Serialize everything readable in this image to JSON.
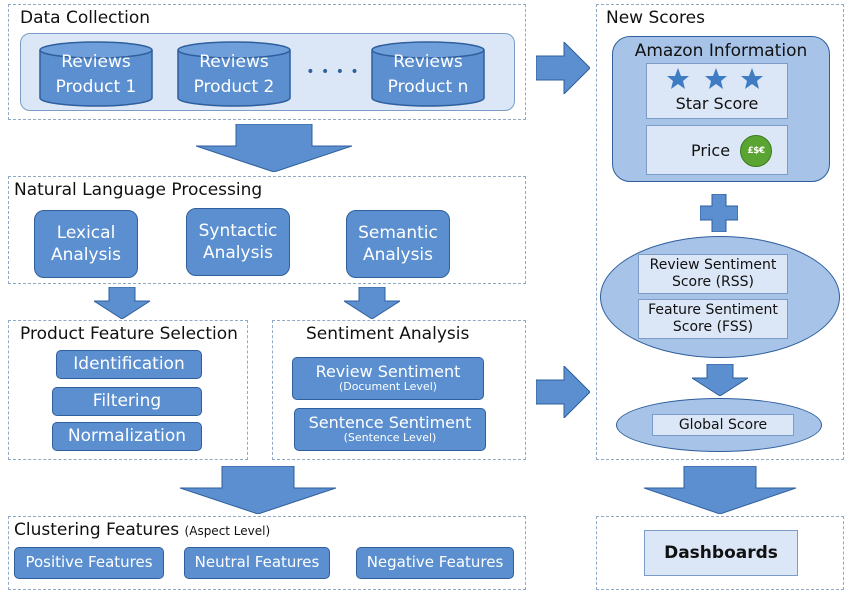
{
  "data_collection": {
    "title": "Data Collection",
    "product1": "Reviews\nProduct 1",
    "product2": "Reviews\nProduct 2",
    "ellipsis": "• • • •",
    "productn": "Reviews\nProduct n"
  },
  "nlp": {
    "title": "Natural Language Processing",
    "lexical": "Lexical\nAnalysis",
    "syntactic": "Syntactic\nAnalysis",
    "semantic": "Semantic\nAnalysis"
  },
  "product_feature_selection": {
    "title": "Product Feature Selection",
    "identification": "Identification",
    "filtering": "Filtering",
    "normalization": "Normalization"
  },
  "sentiment_analysis": {
    "title": "Sentiment Analysis",
    "review_sentiment": "Review Sentiment",
    "review_level": "(Document Level)",
    "sentence_sentiment": "Sentence Sentiment",
    "sentence_level": "(Sentence Level)"
  },
  "clustering": {
    "title": "Clustering Features",
    "title_small": "(Aspect Level)",
    "positive": "Positive Features",
    "neutral": "Neutral Features",
    "negative": "Negative Features"
  },
  "new_scores": {
    "title": "New Scores",
    "amazon_info": "Amazon Information",
    "star_score": "Star Score",
    "price": "Price",
    "currency_glyph": "£$€",
    "rss": "Review Sentiment\nScore (RSS)",
    "fss": "Feature Sentiment\nScore (FSS)",
    "global_score": "Global Score"
  },
  "dashboards": {
    "label": "Dashboards"
  },
  "colors": {
    "box_fill": "#5b8fd0",
    "box_border": "#2f5f9c",
    "panel_border": "#8fa9c6",
    "arrow": "#5b8fd0"
  },
  "icons": [
    "star-icon",
    "currency-icon",
    "plus-icon",
    "database-icon"
  ]
}
